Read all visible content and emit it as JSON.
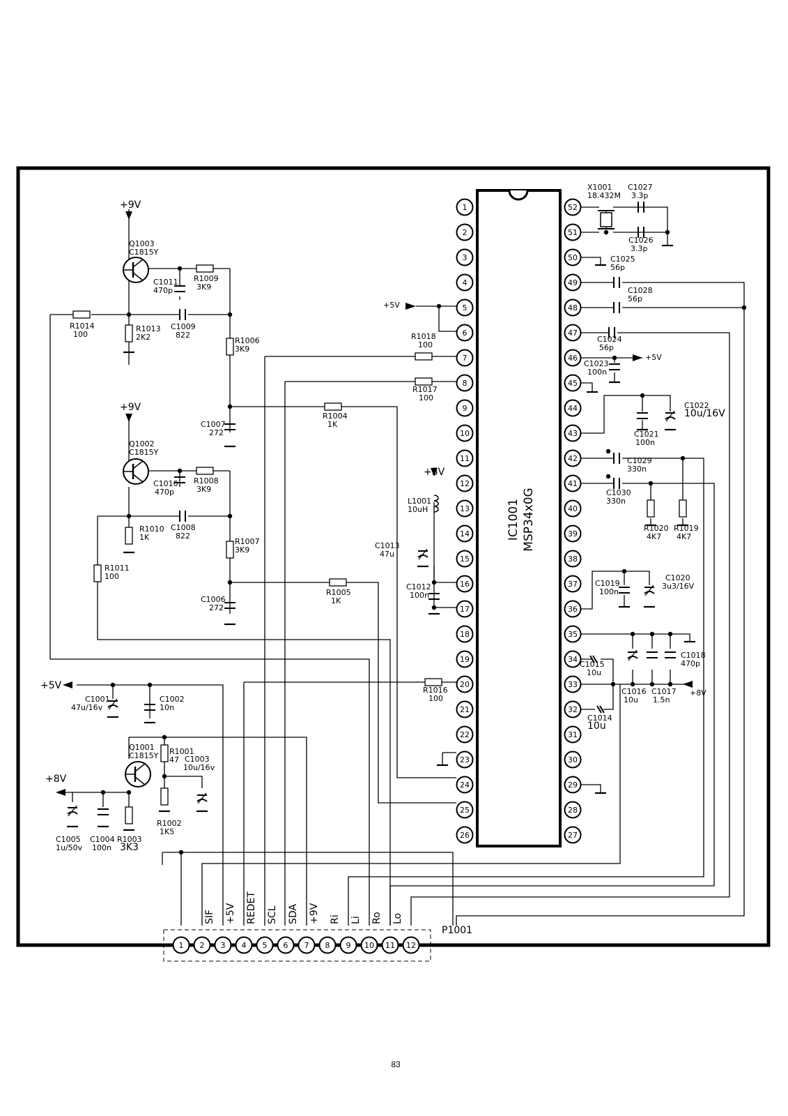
{
  "ic": {
    "ref": "IC1001",
    "part": "MSP34x0G"
  },
  "connector": {
    "ref": "P1001",
    "signals": [
      "SIF",
      "+5V",
      "REDET",
      "SCL",
      "SDA",
      "+9V",
      "Ri",
      "Li",
      "Ro",
      "Lo"
    ]
  },
  "page_number": "83",
  "labels": [
    {
      "text": "+9V"
    },
    {
      "text": "Q1003"
    },
    {
      "text": "C1815Y"
    },
    {
      "text": "C1011"
    },
    {
      "text": "470p"
    },
    {
      "text": "R1009"
    },
    {
      "text": "3K9"
    },
    {
      "text": "R1014"
    },
    {
      "text": "100"
    },
    {
      "text": "R1013"
    },
    {
      "text": "2K2"
    },
    {
      "text": "C1009"
    },
    {
      "text": "822"
    },
    {
      "text": "R1006"
    },
    {
      "text": "3K9"
    },
    {
      "text": "+9V"
    },
    {
      "text": "C1007"
    },
    {
      "text": "272"
    },
    {
      "text": "R1004"
    },
    {
      "text": "1K"
    },
    {
      "text": "Q1002"
    },
    {
      "text": "C1815Y"
    },
    {
      "text": "C1010"
    },
    {
      "text": "470p"
    },
    {
      "text": "R1008"
    },
    {
      "text": "3K9"
    },
    {
      "text": "R1010"
    },
    {
      "text": "1K"
    },
    {
      "text": "C1008"
    },
    {
      "text": "822"
    },
    {
      "text": "R1007"
    },
    {
      "text": "3K9"
    },
    {
      "text": "R1011"
    },
    {
      "text": "100"
    },
    {
      "text": "C1006"
    },
    {
      "text": "272"
    },
    {
      "text": "R1005"
    },
    {
      "text": "1K"
    },
    {
      "text": "+5V"
    },
    {
      "text": "C1001"
    },
    {
      "text": "47u/16v"
    },
    {
      "text": "C1002"
    },
    {
      "text": "10n"
    },
    {
      "text": "Q1001"
    },
    {
      "text": "C1815Y"
    },
    {
      "text": "R1001"
    },
    {
      "text": "47"
    },
    {
      "text": "C1003"
    },
    {
      "text": "10u/16v"
    },
    {
      "text": "+8V"
    },
    {
      "text": "R1002"
    },
    {
      "text": "1K5"
    },
    {
      "text": "C1005"
    },
    {
      "text": "1u/50v"
    },
    {
      "text": "C1004"
    },
    {
      "text": "100n"
    },
    {
      "text": "R1003"
    },
    {
      "text": "3K3"
    },
    {
      "text": "+5V"
    },
    {
      "text": "R1018"
    },
    {
      "text": "100"
    },
    {
      "text": "R1017"
    },
    {
      "text": "100"
    },
    {
      "text": "+5V"
    },
    {
      "text": "L1001"
    },
    {
      "text": "10uH"
    },
    {
      "text": "C1013"
    },
    {
      "text": "47u"
    },
    {
      "text": "C1012"
    },
    {
      "text": "100n"
    },
    {
      "text": "R1016"
    },
    {
      "text": "100"
    },
    {
      "text": "X1001"
    },
    {
      "text": "18.432M"
    },
    {
      "text": "C1027"
    },
    {
      "text": "3.3p"
    },
    {
      "text": "C1026"
    },
    {
      "text": "3.3p"
    },
    {
      "text": "C1025"
    },
    {
      "text": "56p"
    },
    {
      "text": "C1028"
    },
    {
      "text": "56p"
    },
    {
      "text": "C1024"
    },
    {
      "text": "56p"
    },
    {
      "text": "+5V"
    },
    {
      "text": "C1023"
    },
    {
      "text": "100n"
    },
    {
      "text": "C1022"
    },
    {
      "text": "10u/16V"
    },
    {
      "text": "C1021"
    },
    {
      "text": "100n"
    },
    {
      "text": "C1029"
    },
    {
      "text": "330n"
    },
    {
      "text": "C1030"
    },
    {
      "text": "330n"
    },
    {
      "text": "R1020"
    },
    {
      "text": "4K7"
    },
    {
      "text": "R1019"
    },
    {
      "text": "4K7"
    },
    {
      "text": "C1019"
    },
    {
      "text": "100n"
    },
    {
      "text": "C1020"
    },
    {
      "text": "3u3/16V"
    },
    {
      "text": "C1015"
    },
    {
      "text": "10u"
    },
    {
      "text": "C1018"
    },
    {
      "text": "470p"
    },
    {
      "text": "C1016"
    },
    {
      "text": "10u"
    },
    {
      "text": "C1017"
    },
    {
      "text": "1.5n"
    },
    {
      "text": "+8V"
    },
    {
      "text": "C1014"
    },
    {
      "text": "10u"
    }
  ]
}
